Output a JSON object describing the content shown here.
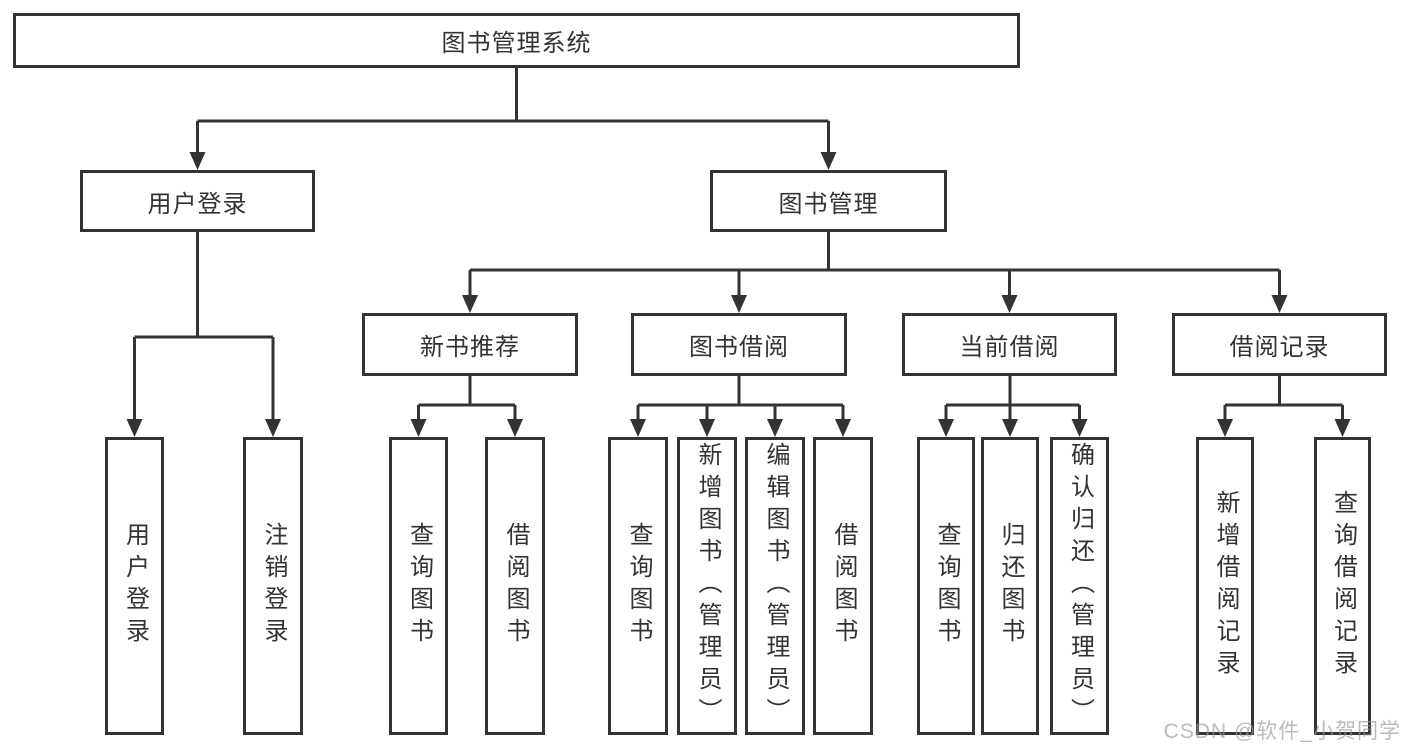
{
  "diagram": {
    "root": "图书管理系统",
    "branches": [
      {
        "label": "用户登录",
        "children": [
          {
            "label": "用户登录"
          },
          {
            "label": "注销登录"
          }
        ]
      },
      {
        "label": "图书管理",
        "children": [
          {
            "label": "新书推荐",
            "children": [
              {
                "label": "查询图书"
              },
              {
                "label": "借阅图书"
              }
            ]
          },
          {
            "label": "图书借阅",
            "children": [
              {
                "label": "查询图书"
              },
              {
                "label": "新增图书（管理员）"
              },
              {
                "label": "编辑图书（管理员）"
              },
              {
                "label": "借阅图书"
              }
            ]
          },
          {
            "label": "当前借阅",
            "children": [
              {
                "label": "查询图书"
              },
              {
                "label": "归还图书"
              },
              {
                "label": "确认归还（管理员）"
              }
            ]
          },
          {
            "label": "借阅记录",
            "children": [
              {
                "label": "新增借阅记录"
              },
              {
                "label": "查询借阅记录"
              }
            ]
          }
        ]
      }
    ]
  },
  "watermark": {
    "text": "CSDN @软件_小贺同学"
  },
  "colors": {
    "line": "#333333",
    "node_border": "#333333",
    "node_background": "#ffffff",
    "text": "#333333",
    "watermark": "#969696",
    "page_background": "#ffffff"
  }
}
